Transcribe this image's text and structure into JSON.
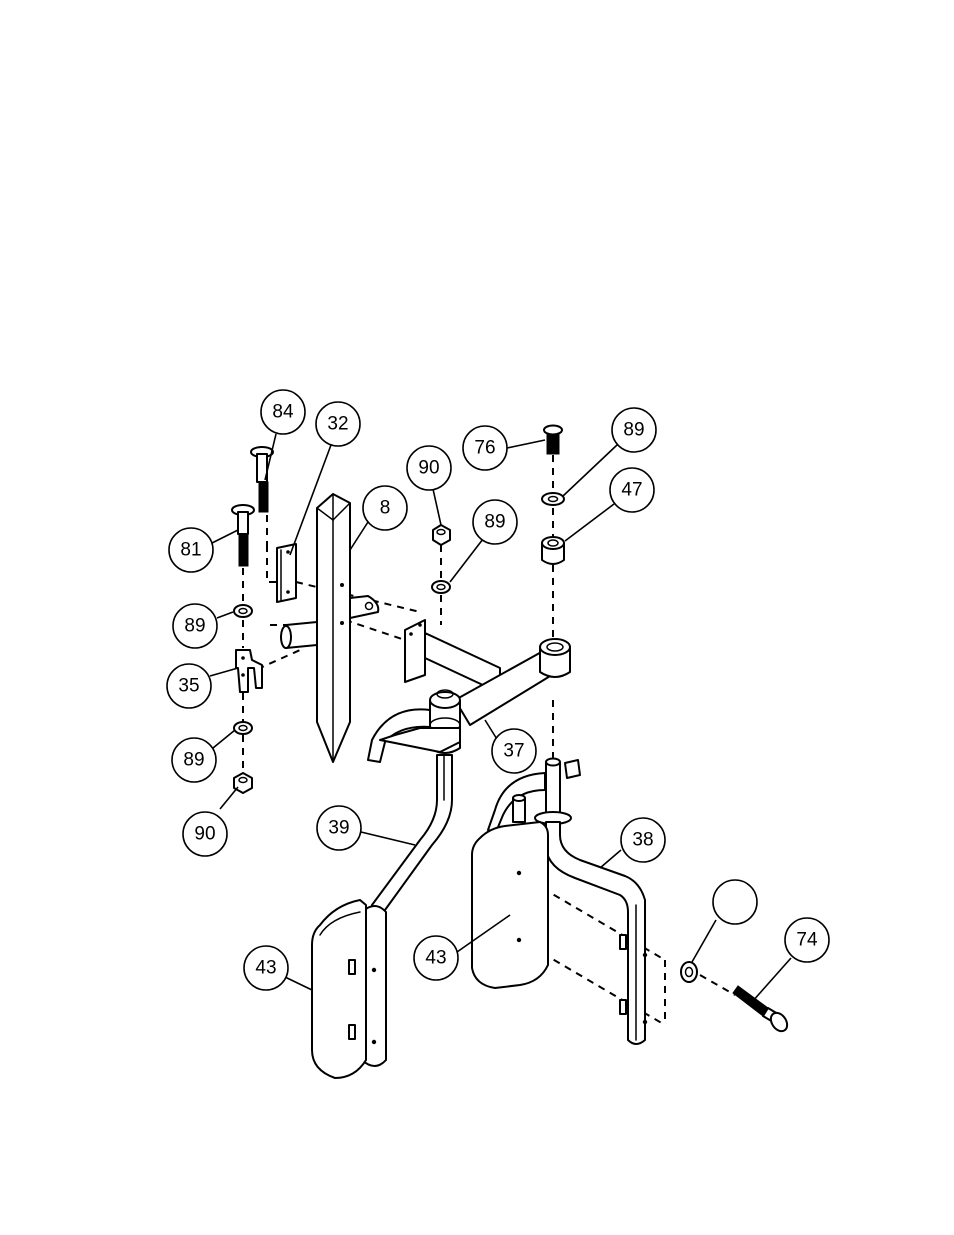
{
  "callouts": [
    {
      "id": "c84",
      "label": "84"
    },
    {
      "id": "c32",
      "label": "32"
    },
    {
      "id": "c8",
      "label": "8"
    },
    {
      "id": "c81",
      "label": "81"
    },
    {
      "id": "c89a",
      "label": "89"
    },
    {
      "id": "c35",
      "label": "35"
    },
    {
      "id": "c89b",
      "label": "89"
    },
    {
      "id": "c90a",
      "label": "90"
    },
    {
      "id": "c90b",
      "label": "90"
    },
    {
      "id": "c89c",
      "label": "89"
    },
    {
      "id": "c76",
      "label": "76"
    },
    {
      "id": "c89d",
      "label": "89"
    },
    {
      "id": "c47",
      "label": "47"
    },
    {
      "id": "c37",
      "label": "37"
    },
    {
      "id": "c39",
      "label": "39"
    },
    {
      "id": "c38",
      "label": "38"
    },
    {
      "id": "c43a",
      "label": "43"
    },
    {
      "id": "c43b",
      "label": "43"
    },
    {
      "id": "c-blank",
      "label": ""
    },
    {
      "id": "c74",
      "label": "74"
    }
  ]
}
